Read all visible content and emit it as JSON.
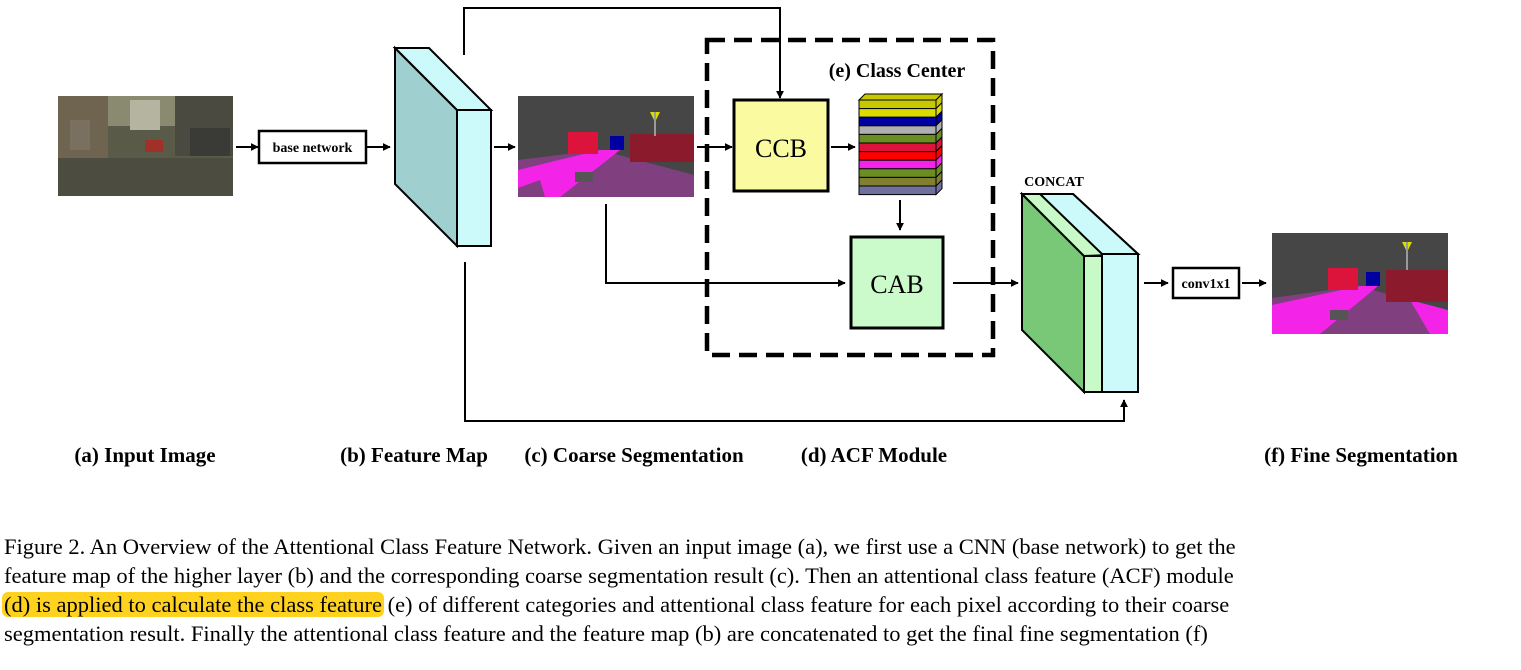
{
  "labels": {
    "base_network": "base network",
    "ccb": "CCB",
    "cab": "CAB",
    "class_center": "(e) Class Center",
    "concat": "CONCAT",
    "conv": "conv1x1"
  },
  "panel_labels": {
    "a": "(a) Input Image",
    "b": "(b) Feature Map",
    "c": "(c) Coarse Segmentation",
    "d": "(d) ACF Module",
    "f": "(f) Fine Segmentation"
  },
  "colors": {
    "feature_map": "#9fcfcf",
    "feature_map_side": "#ccfafa",
    "ccb_fill": "#fafaa0",
    "cab_fill": "#cbfacb",
    "concat_green": "#78c878",
    "concat_light": "#c8fac8",
    "concat_cyan": "#ccfafa",
    "seg_road": "#804080",
    "seg_sidewalk": "#f423e8",
    "seg_dark": "#464646",
    "highlight": "#ffd21f"
  },
  "class_center_stack": [
    "#c8c800",
    "#dcdc00",
    "#0000a0",
    "#b0b0b0",
    "#6b8e23",
    "#dc143c",
    "#ff0000",
    "#f423e8",
    "#6b8e23",
    "#808030",
    "#7070a0"
  ],
  "caption": {
    "line1": "Figure 2. An Overview of the Attentional Class Feature Network. Given an input image (a), we first use a CNN (base network) to get the",
    "line2": "feature map of the higher layer (b) and the corresponding coarse segmentation result (c). Then an attentional class feature (ACF) module",
    "line3_highlight": "(d) is applied to calculate the class feature",
    "line3_rest": " (e) of different categories and attentional class feature for each pixel according to their coarse",
    "line4": "segmentation result. Finally the attentional class feature and the feature map (b) are concatenated to get the final fine segmentation (f)"
  }
}
